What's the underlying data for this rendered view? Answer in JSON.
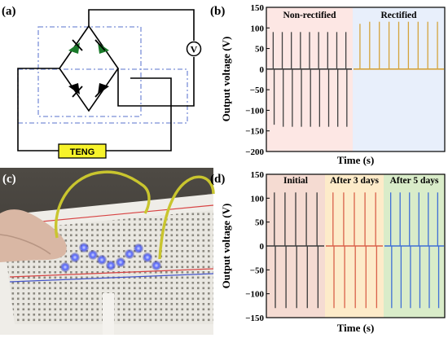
{
  "panels": {
    "a": {
      "label": "(a)",
      "teng": "TENG",
      "meter": "V"
    },
    "b": {
      "label": "(b)"
    },
    "c": {
      "label": "(c)"
    },
    "d": {
      "label": "(d)"
    }
  },
  "chart_data": [
    {
      "panel": "b",
      "type": "line",
      "xlabel": "Time (s)",
      "ylabel": "Output voltage (V)",
      "ylim": [
        -200,
        150
      ],
      "yticks": [
        -200,
        -150,
        -100,
        -50,
        0,
        50,
        100,
        150
      ],
      "regions": [
        {
          "name": "Non-rectified",
          "color": "#fde7e4"
        },
        {
          "name": "Rectified",
          "color": "#e8effb"
        }
      ],
      "series": [
        {
          "name": "Non-rectified",
          "color": "#404040",
          "peaks_positive": [
            90,
            90,
            90,
            90,
            90,
            90,
            90,
            90,
            90
          ],
          "peaks_negative": [
            -135,
            -140,
            -140,
            -140,
            -140,
            -140,
            -140,
            -140,
            -140
          ]
        },
        {
          "name": "Rectified",
          "color": "#d4a33c",
          "peaks_positive": [
            110,
            115,
            115,
            115,
            115,
            115,
            115,
            115,
            115
          ],
          "peaks_negative": []
        }
      ]
    },
    {
      "panel": "d",
      "type": "line",
      "xlabel": "Time (s)",
      "ylabel": "Output voltage (V)",
      "ylim": [
        -150,
        150
      ],
      "yticks": [
        -150,
        -100,
        -50,
        0,
        50,
        100,
        150
      ],
      "regions": [
        {
          "name": "Initial",
          "color": "#f5dbd2"
        },
        {
          "name": "After 3 days",
          "color": "#fdebc9"
        },
        {
          "name": "After 5 days",
          "color": "#d9ecc9"
        }
      ],
      "series": [
        {
          "name": "Initial",
          "color": "#3a3a3a",
          "peaks_positive": [
            112,
            112,
            112,
            112,
            112
          ],
          "peaks_negative": [
            -130,
            -130,
            -130,
            -130,
            -130
          ]
        },
        {
          "name": "After 3 days",
          "color": "#d9614a",
          "peaks_positive": [
            112,
            112,
            112,
            112,
            112
          ],
          "peaks_negative": [
            -130,
            -130,
            -130,
            -130,
            -130
          ]
        },
        {
          "name": "After 5 days",
          "color": "#3f6fd6",
          "peaks_positive": [
            112,
            112,
            112,
            112,
            112,
            112
          ],
          "peaks_negative": [
            -130,
            -130,
            -130,
            -130,
            -130,
            -130
          ]
        }
      ]
    }
  ]
}
